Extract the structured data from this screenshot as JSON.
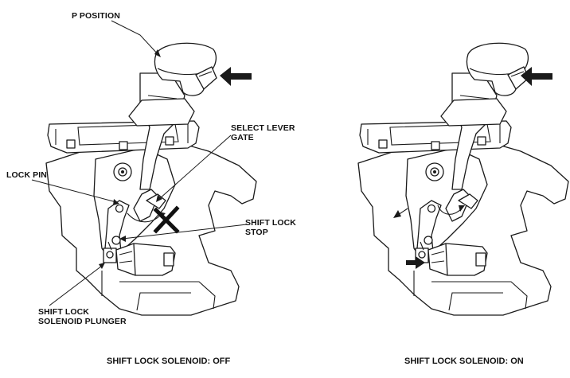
{
  "labels": {
    "p_position": "P POSITION",
    "select_lever_gate_1": "SELECT LEVER",
    "select_lever_gate_2": "GATE",
    "lock_pin": "LOCK PIN",
    "shift_lock_stop_1": "SHIFT LOCK",
    "shift_lock_stop_2": "STOP",
    "plunger_1": "SHIFT LOCK",
    "plunger_2": "SOLENOID PLUNGER"
  },
  "captions": {
    "left": "SHIFT LOCK SOLENOID: OFF",
    "right": "SHIFT LOCK SOLENOID: ON"
  }
}
